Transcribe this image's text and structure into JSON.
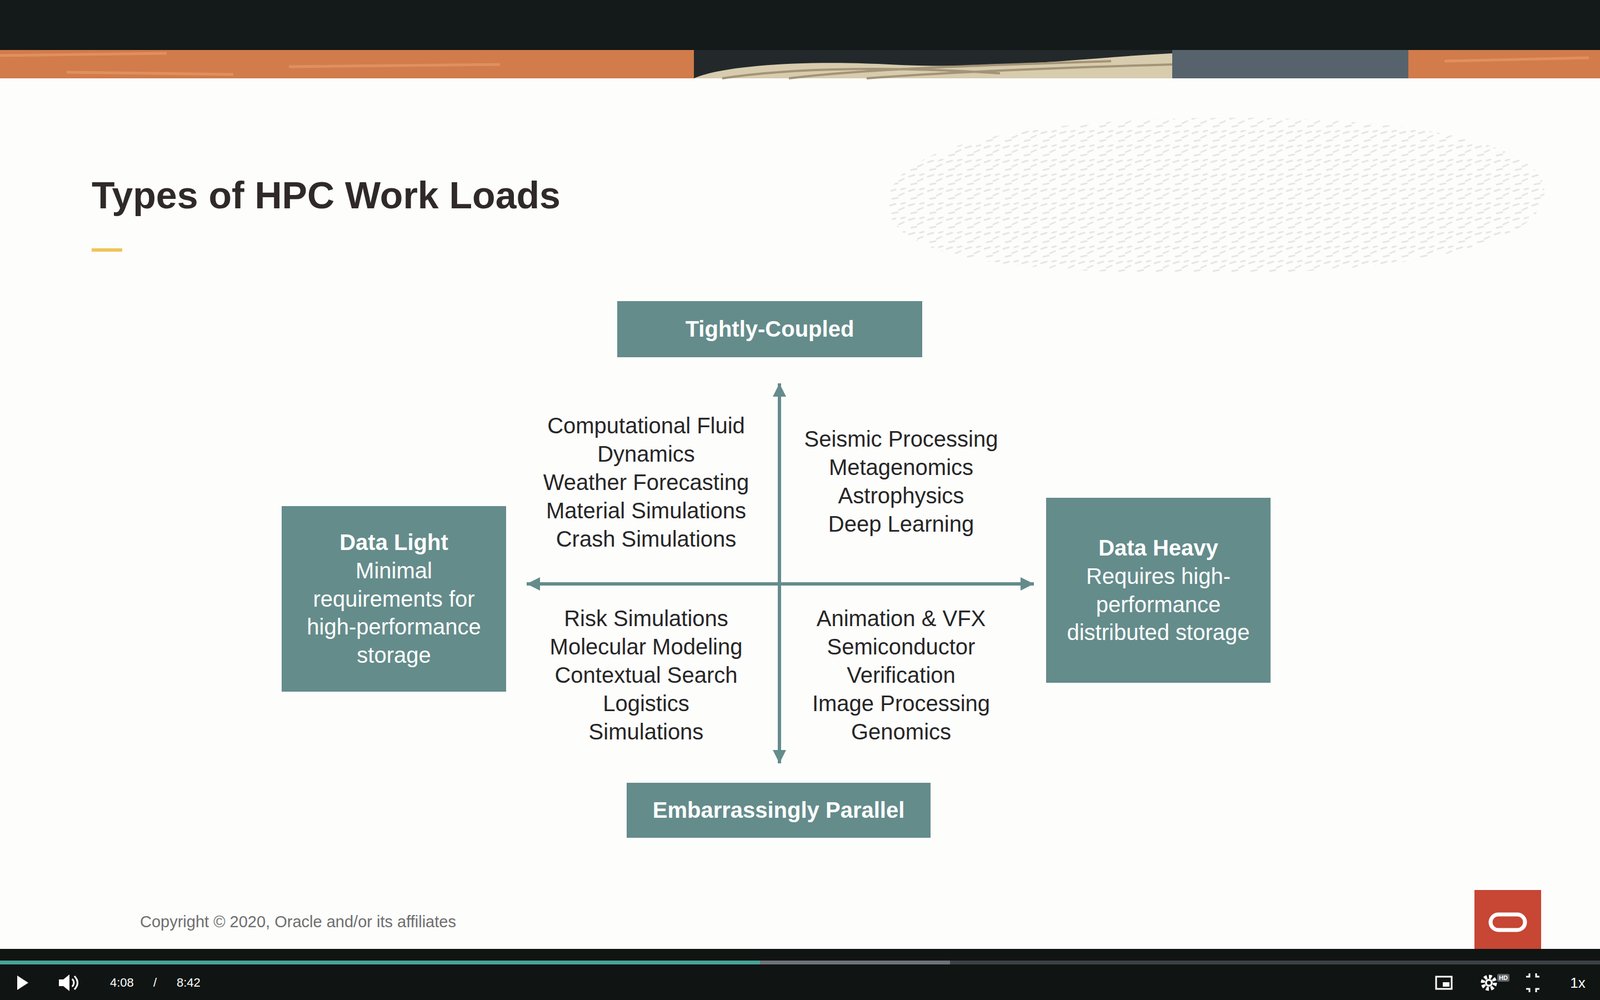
{
  "diagram": {
    "title": "Types of HPC Work Loads",
    "nodes": [
      {
        "text": [
          "Tightly-Coupled"
        ]
      },
      {
        "text": [
          "Data Light",
          "Minimal requirements for high-performance storage"
        ]
      },
      {
        "text": [
          "Data Heavy",
          "Requires high-performance distributed storage"
        ]
      },
      {
        "text": [
          "Embarrassingly Parallel"
        ]
      }
    ],
    "edges": [
      {
        "from": 0,
        "to": 3,
        "arrow": "both"
      },
      {
        "from": 1,
        "to": 2,
        "arrow": "both"
      }
    ],
    "labels": [
      "Computational Fluid Dynamics",
      "Weather Forecasting",
      "Material Simulations",
      "Crash Simulations",
      "Seismic Processing",
      "Metagenomics",
      "Astrophysics",
      "Deep Learning",
      "Risk Simulations",
      "Molecular Modeling",
      "Contextual Search",
      "Logistics Simulations",
      "Animation & VFX",
      "Semiconductor Verification",
      "Image Processing",
      "Genomics",
      "Copyright © 2020, Oracle and/or its affiliates",
      "4:08",
      "/",
      "8:42",
      "1x",
      "HD"
    ]
  }
}
